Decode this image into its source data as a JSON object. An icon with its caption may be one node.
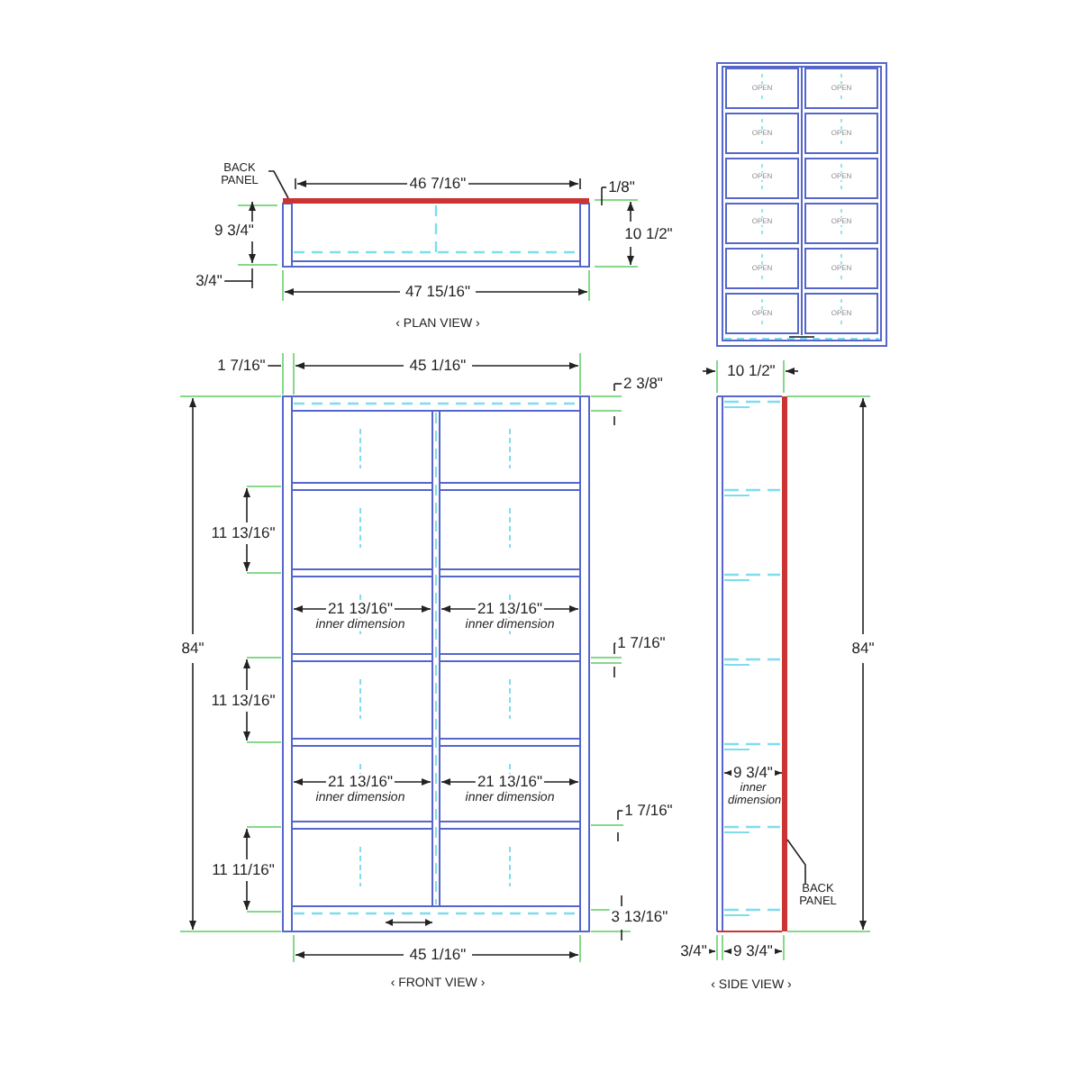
{
  "diagram": {
    "nodes": [
      {
        "text": [
          "BACK PANEL"
        ]
      },
      {
        "text": [],
        "shape": "bar"
      },
      {
        "text": [
          "BACK PANEL"
        ]
      },
      {
        "text": [],
        "shape": "bar"
      }
    ],
    "edges": [
      {
        "from": 0,
        "to": 1,
        "arrow": "none"
      },
      {
        "from": 2,
        "to": 3,
        "arrow": "none"
      }
    ],
    "labels": [
      "46 7/16\"",
      "1/8\"",
      "9 3/4\"",
      "10 1/2\"",
      "3/4\"",
      "47 15/16\"",
      "‹ PLAN VIEW ›",
      "OPEN",
      "OPEN",
      "OPEN",
      "OPEN",
      "OPEN",
      "OPEN",
      "OPEN",
      "OPEN",
      "OPEN",
      "OPEN",
      "OPEN",
      "OPEN",
      "1 7/16\"",
      "45 1/16\"",
      "2 3/8\"",
      "11 13/16\"",
      "21 13/16\"",
      "21 13/16\"",
      "inner dimension",
      "inner dimension",
      "1 7/16\"",
      "84\"",
      "11 13/16\"",
      "21 13/16\"",
      "21 13/16\"",
      "inner dimension",
      "inner dimension",
      "1 7/16\"",
      "11 11/16\"",
      "3 13/16\"",
      "45 1/16\"",
      "‹ FRONT VIEW ›",
      "10 1/2\"",
      "84\"",
      "9 3/4\"",
      "inner dimension",
      "3/4\"",
      "9 3/4\"",
      "‹ SIDE VIEW ›"
    ]
  }
}
